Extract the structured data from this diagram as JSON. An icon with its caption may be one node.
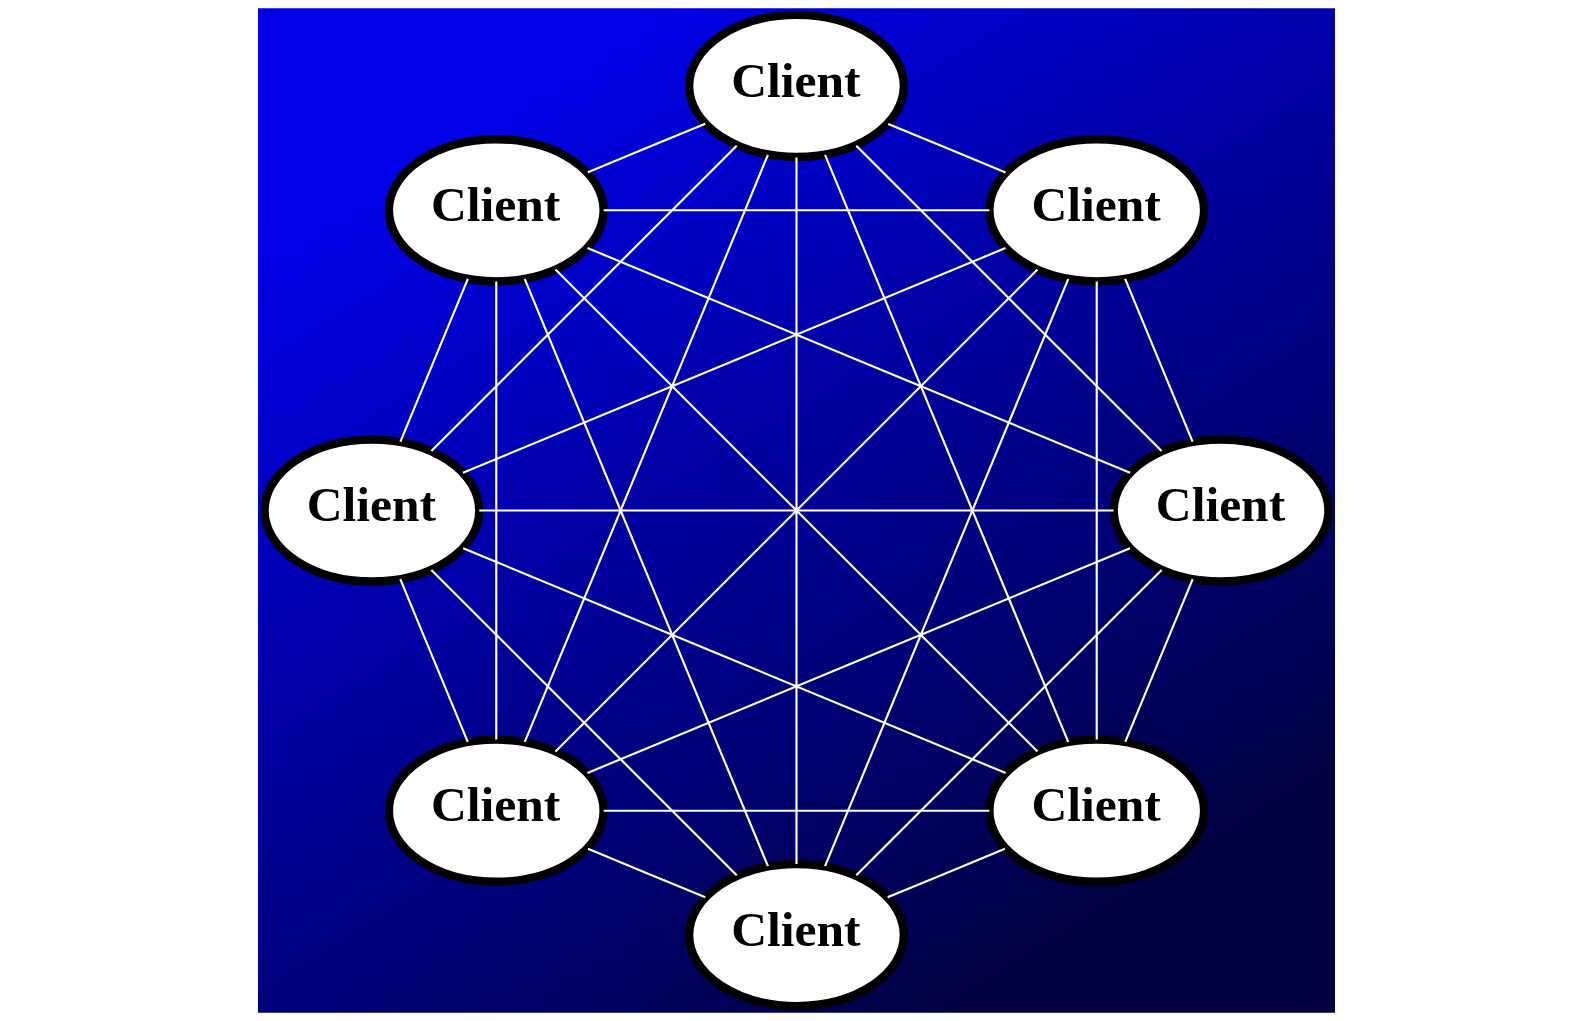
{
  "diagram": {
    "nodes": [
      {
        "text": [
          "Client"
        ]
      },
      {
        "text": [
          "Client"
        ]
      },
      {
        "text": [
          "Client"
        ]
      },
      {
        "text": [
          "Client"
        ]
      },
      {
        "text": [
          "Client"
        ]
      },
      {
        "text": [
          "Client"
        ]
      },
      {
        "text": [
          "Client"
        ]
      },
      {
        "text": [
          "Client"
        ]
      }
    ],
    "edges": [
      {
        "from": 0,
        "to": 1,
        "arrow": "none"
      },
      {
        "from": 0,
        "to": 2,
        "arrow": "none"
      },
      {
        "from": 0,
        "to": 3,
        "arrow": "none"
      },
      {
        "from": 0,
        "to": 4,
        "arrow": "none"
      },
      {
        "from": 0,
        "to": 5,
        "arrow": "none"
      },
      {
        "from": 0,
        "to": 6,
        "arrow": "none"
      },
      {
        "from": 0,
        "to": 7,
        "arrow": "none"
      },
      {
        "from": 1,
        "to": 2,
        "arrow": "none"
      },
      {
        "from": 1,
        "to": 3,
        "arrow": "none"
      },
      {
        "from": 1,
        "to": 4,
        "arrow": "none"
      },
      {
        "from": 1,
        "to": 5,
        "arrow": "none"
      },
      {
        "from": 1,
        "to": 6,
        "arrow": "none"
      },
      {
        "from": 1,
        "to": 7,
        "arrow": "none"
      },
      {
        "from": 2,
        "to": 3,
        "arrow": "none"
      },
      {
        "from": 2,
        "to": 4,
        "arrow": "none"
      },
      {
        "from": 2,
        "to": 5,
        "arrow": "none"
      },
      {
        "from": 2,
        "to": 6,
        "arrow": "none"
      },
      {
        "from": 2,
        "to": 7,
        "arrow": "none"
      },
      {
        "from": 3,
        "to": 4,
        "arrow": "none"
      },
      {
        "from": 3,
        "to": 5,
        "arrow": "none"
      },
      {
        "from": 3,
        "to": 6,
        "arrow": "none"
      },
      {
        "from": 3,
        "to": 7,
        "arrow": "none"
      },
      {
        "from": 4,
        "to": 5,
        "arrow": "none"
      },
      {
        "from": 4,
        "to": 6,
        "arrow": "none"
      },
      {
        "from": 4,
        "to": 7,
        "arrow": "none"
      },
      {
        "from": 5,
        "to": 6,
        "arrow": "none"
      },
      {
        "from": 5,
        "to": 7,
        "arrow": "none"
      },
      {
        "from": 6,
        "to": 7,
        "arrow": "none"
      }
    ]
  }
}
